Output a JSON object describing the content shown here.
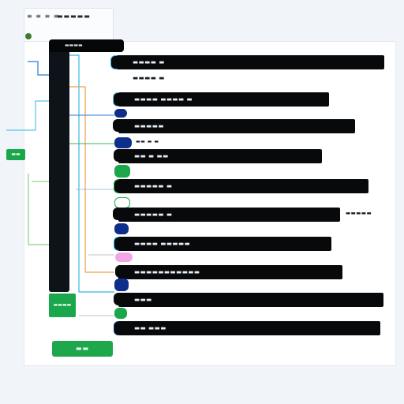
{
  "panel": {
    "top_label": "≡ ≡ ≡ ≡",
    "tabs_label": "▬▬▬▬▬",
    "header_box": "▬▬▬▬",
    "left_tag": "▬▬",
    "mid_tag": "▬▬▬▬"
  },
  "rows": [
    {
      "label": "▬▬▬▬ ▬",
      "style": "bar"
    },
    {
      "label": "▬▬▬▬ ▬",
      "style": "text"
    },
    {
      "label": "▬▬▬▬ ▬▬▬▬ ▬",
      "style": "bar"
    },
    {
      "label": "▬▬▬▬▬",
      "style": "bar"
    },
    {
      "label": "▬▬ ▬ ▬",
      "style": "text"
    },
    {
      "label": "▬▬ ▬ ▬▬",
      "style": "bar"
    },
    {
      "label": "▬▬▬▬▬ ▬",
      "style": "bar"
    },
    {
      "label": "▬▬▬▬▬ ▬",
      "style": "bar"
    },
    {
      "label": "▬▬▬▬ ▬▬▬▬▬",
      "style": "bar"
    },
    {
      "label": "▬▬▬▬▬▬▬▬▬▬▬",
      "style": "bar"
    },
    {
      "label": "▬▬▬",
      "style": "bar"
    },
    {
      "label": "▬▬ ▬▬▬",
      "style": "bar"
    }
  ],
  "aside_label": "▬▬▬▬▬",
  "bottom_button": "▬▬",
  "colors": {
    "dark": "#07090b",
    "blue_node": "#0d2e8a",
    "green_node": "#1aa64a",
    "pink_node": "#f3a6e6",
    "cyan_line": "#32b6e6",
    "orange_line": "#f0a24a"
  }
}
